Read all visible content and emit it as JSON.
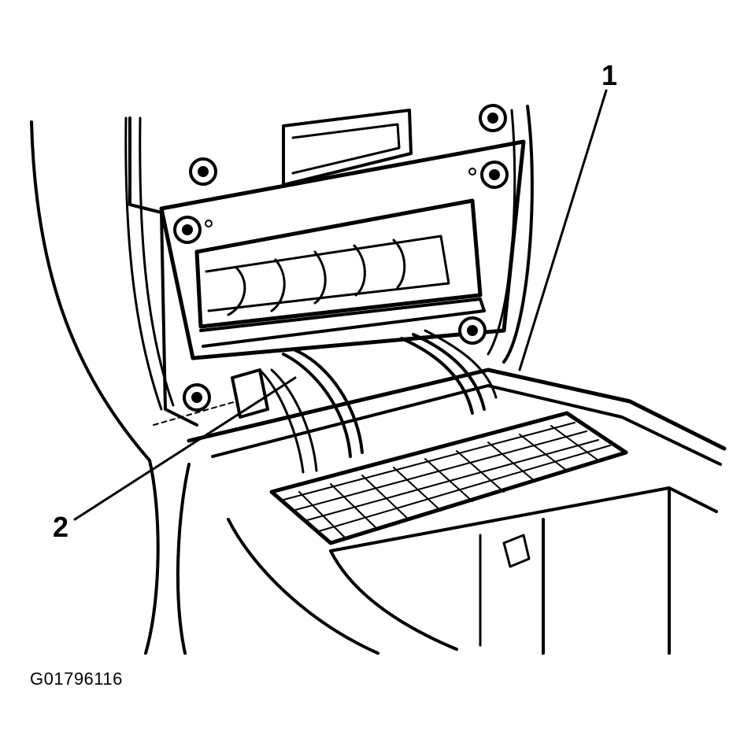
{
  "callouts": [
    {
      "label": "1"
    },
    {
      "label": "2"
    }
  ],
  "figure_id": "G01796116",
  "colors": {
    "ink": "#000000",
    "paper": "#ffffff"
  }
}
